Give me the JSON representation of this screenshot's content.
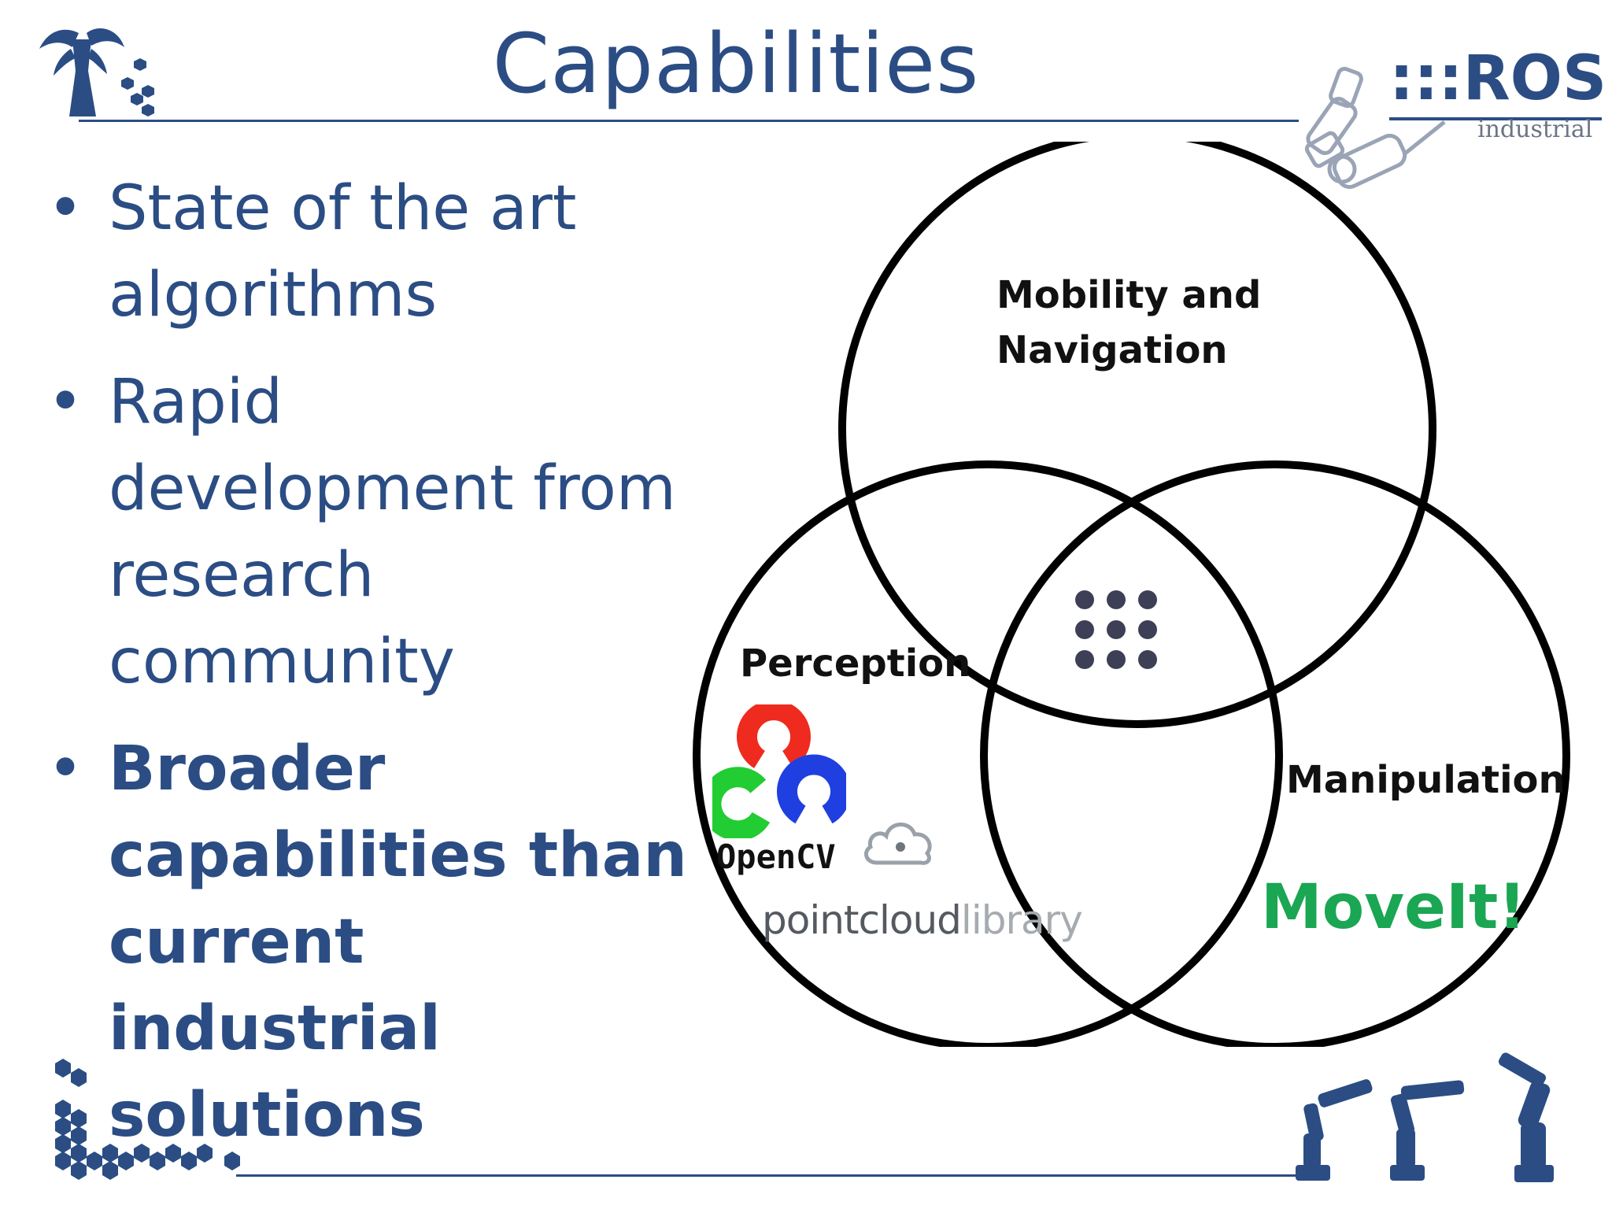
{
  "slide": {
    "title": "Capabilities",
    "bullets": [
      {
        "text": "State of the art algorithms",
        "bold": false
      },
      {
        "text": "Rapid development from research community",
        "bold": false
      },
      {
        "text": "Broader capabilities than current industrial solutions",
        "bold": true
      }
    ]
  },
  "venn": {
    "mobility_label_line1": "Mobility and",
    "mobility_label_line2": "Navigation",
    "perception_label": "Perception",
    "manipulation_label": "Manipulation"
  },
  "logos": {
    "ros_brand": ":::ROS",
    "ros_subtitle": "industrial",
    "opencv": "OpenCV",
    "pcl_dark": "pointcloud",
    "pcl_light": "library",
    "moveit": "MoveIt!"
  },
  "colors": {
    "primary_blue": "#2b4d84",
    "moveit_green": "#1aa653",
    "opencv_red": "#ee2b1e",
    "opencv_green": "#22cc33",
    "opencv_blue": "#1f3fe0"
  }
}
